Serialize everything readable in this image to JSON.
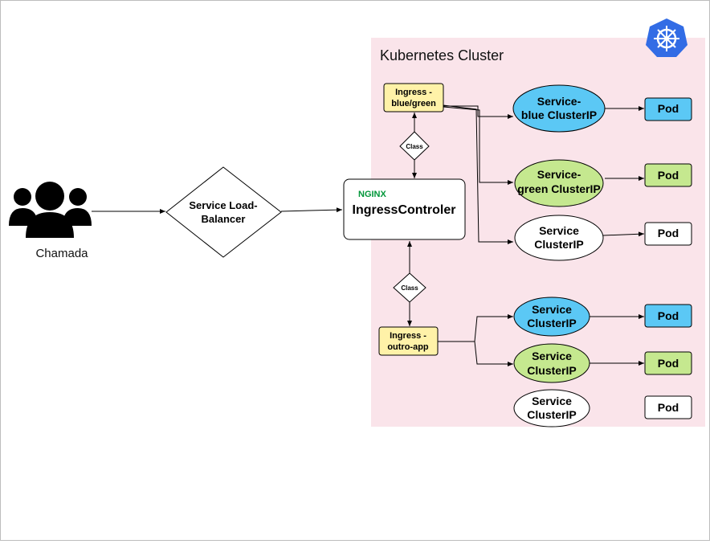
{
  "cluster": {
    "title": "Kubernetes Cluster",
    "background": "#fae4ea",
    "logo_color": "#326ce5"
  },
  "caller": {
    "label": "Chamada"
  },
  "load_balancer": {
    "line1": "Service Load-",
    "line2": "Balancer"
  },
  "ingress_controller": {
    "brand": "NGINX",
    "brand_color": "#009639",
    "label": "IngressControler"
  },
  "ingress_blue_green": {
    "line1": "Ingress -",
    "line2": "blue/green",
    "fill": "#fff2a8"
  },
  "ingress_outro_app": {
    "line1": "Ingress -",
    "line2": "outro-app",
    "fill": "#fff2a8"
  },
  "class_top": {
    "label": "Class"
  },
  "class_bottom": {
    "label": "Class"
  },
  "services": {
    "s1": {
      "line1": "Service-",
      "line2": "blue ClusterIP",
      "fill": "#5bc8f5"
    },
    "s2": {
      "line1": "Service-",
      "line2": "green ClusterIP",
      "fill": "#c5e88f"
    },
    "s3": {
      "line1": "Service",
      "line2": "ClusterIP",
      "fill": "#ffffff"
    },
    "s4": {
      "line1": "Service",
      "line2": "ClusterIP",
      "fill": "#5bc8f5"
    },
    "s5": {
      "line1": "Service",
      "line2": "ClusterIP",
      "fill": "#c5e88f"
    },
    "s6": {
      "line1": "Service",
      "line2": "ClusterIP",
      "fill": "#ffffff"
    }
  },
  "pods": {
    "p1": {
      "label": "Pod",
      "fill": "#5bc8f5"
    },
    "p2": {
      "label": "Pod",
      "fill": "#c5e88f"
    },
    "p3": {
      "label": "Pod",
      "fill": "#ffffff"
    },
    "p4": {
      "label": "Pod",
      "fill": "#5bc8f5"
    },
    "p5": {
      "label": "Pod",
      "fill": "#c5e88f"
    },
    "p6": {
      "label": "Pod",
      "fill": "#ffffff"
    }
  }
}
